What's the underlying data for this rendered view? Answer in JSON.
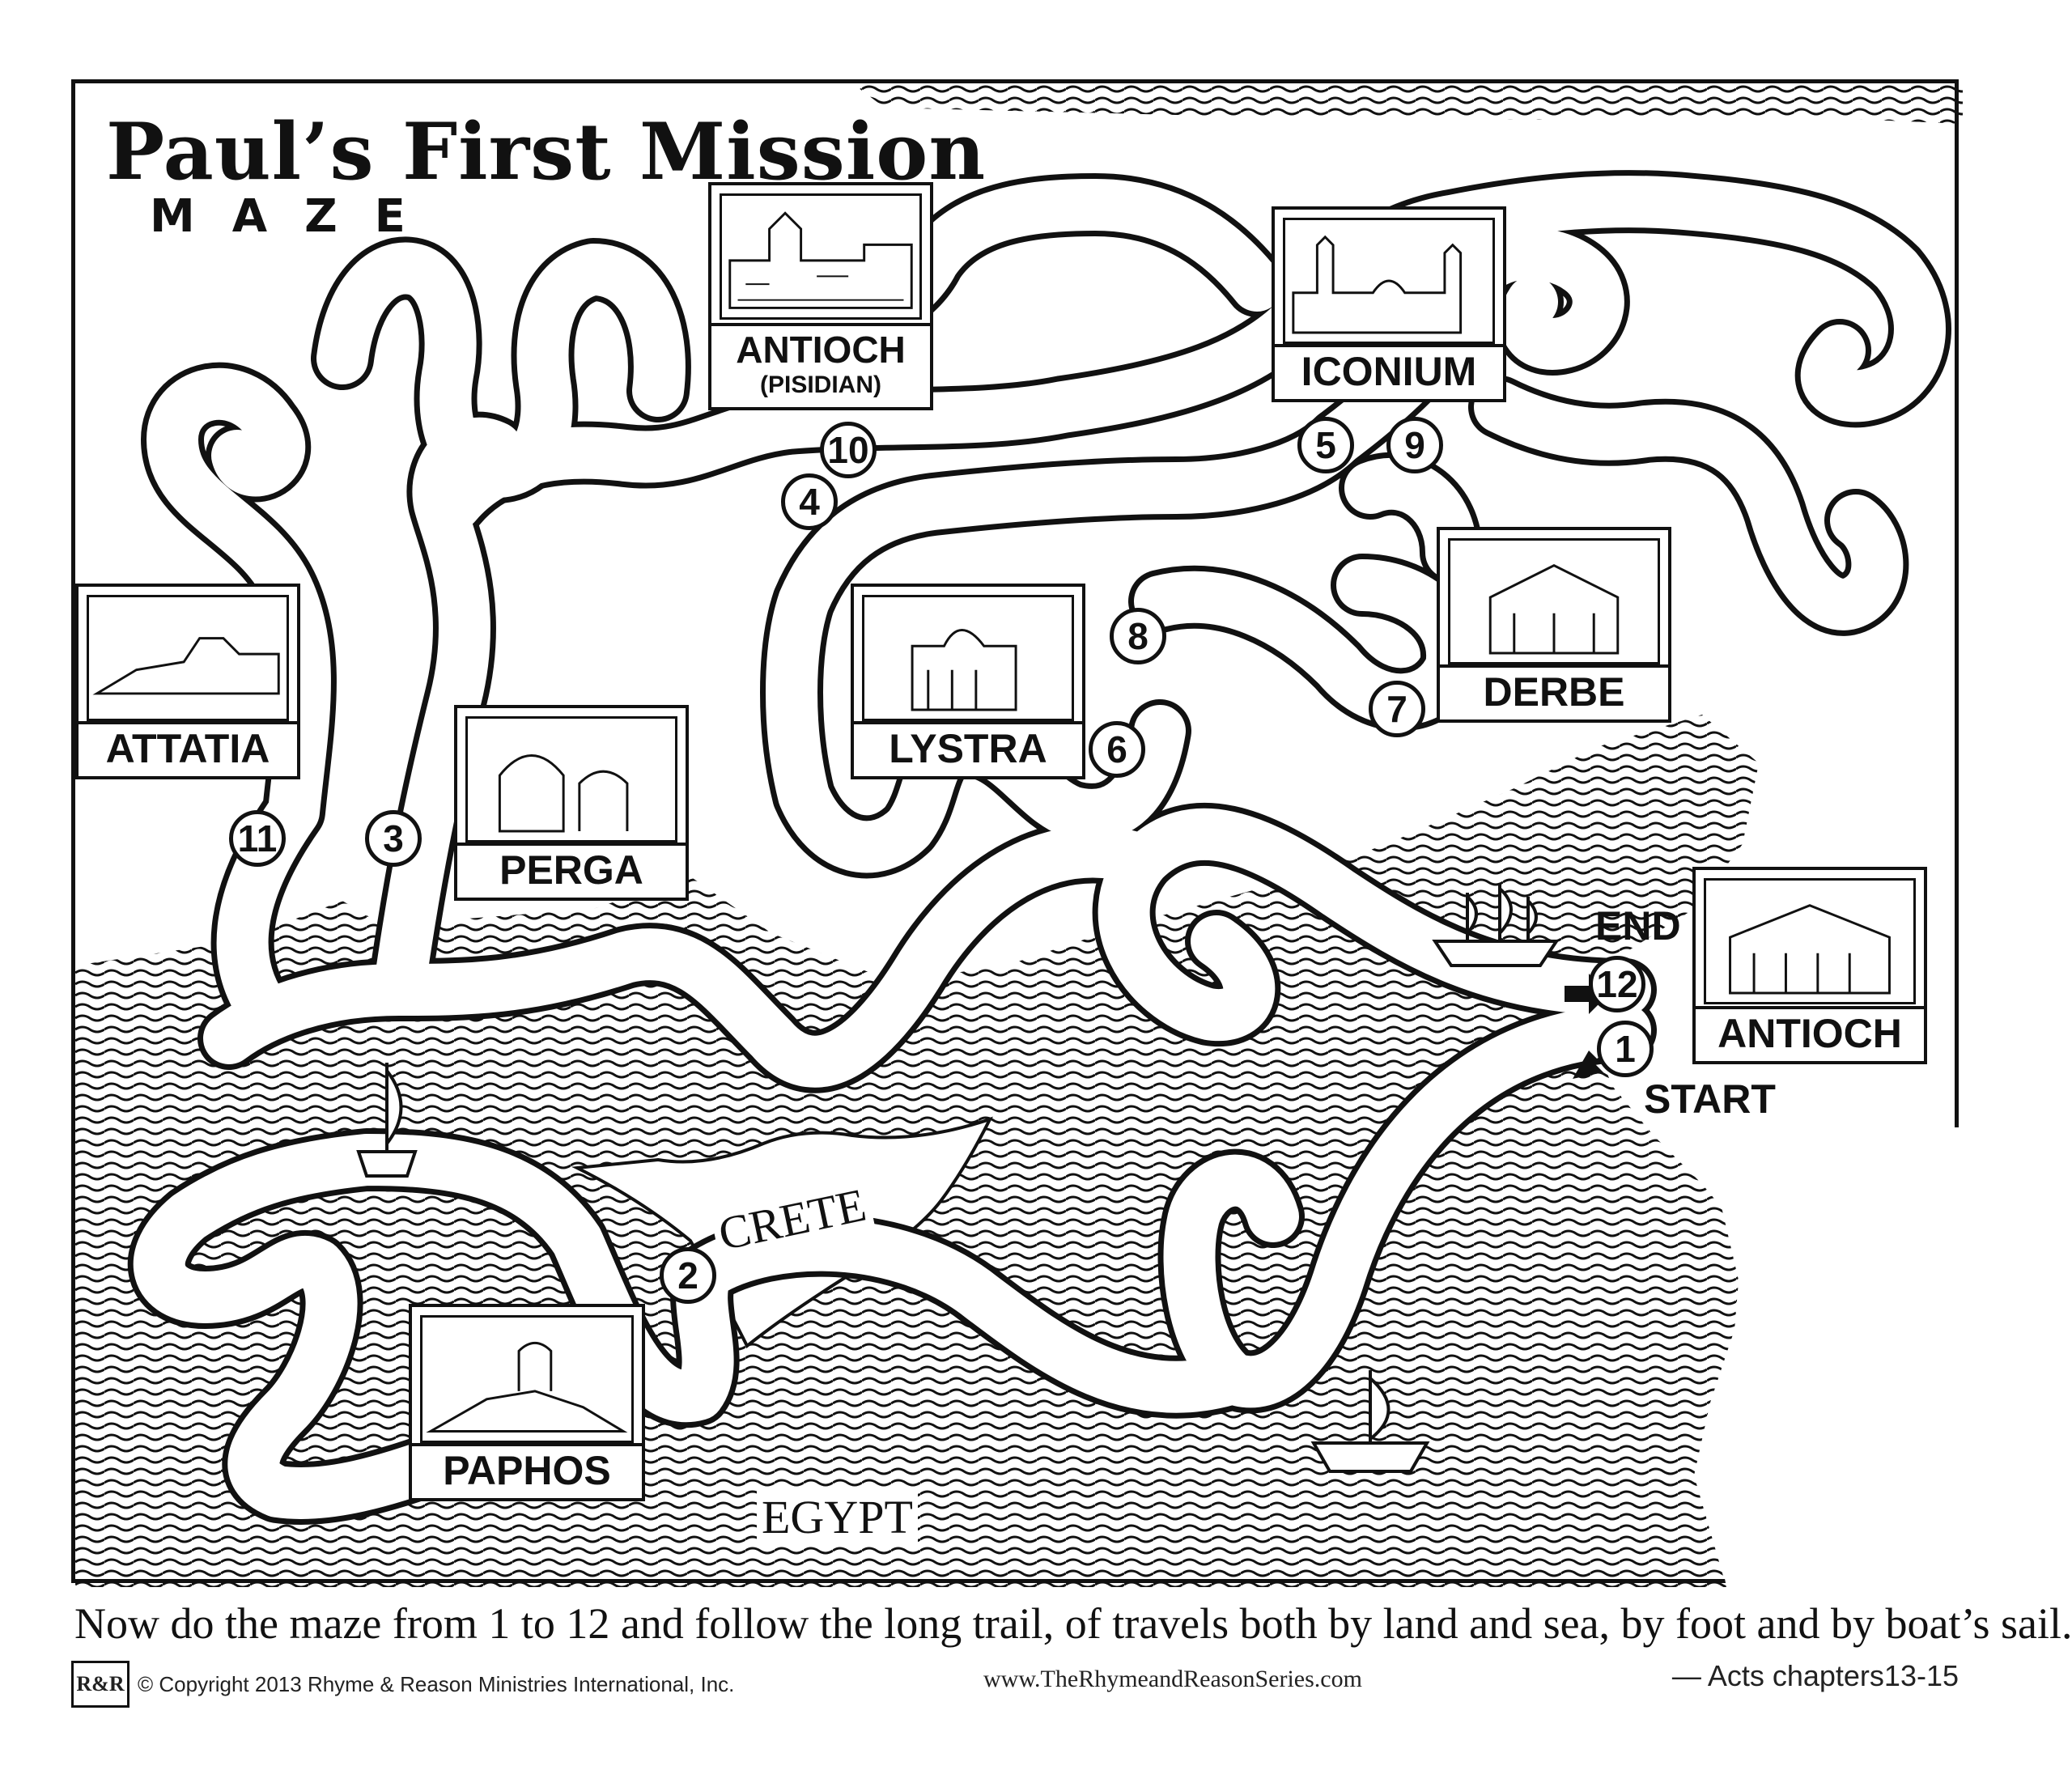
{
  "title": "Paul’s First Mission",
  "subtitle": "MAZE",
  "cities": {
    "antioch_pisidian": {
      "name": "ANTIOCH",
      "sub": "(PISIDIAN)"
    },
    "iconium": {
      "name": "ICONIUM"
    },
    "attatia": {
      "name": "ATTATIA"
    },
    "perga": {
      "name": "PERGA"
    },
    "lystra": {
      "name": "LYSTRA"
    },
    "derbe": {
      "name": "DERBE"
    },
    "antioch": {
      "name": "ANTIOCH"
    },
    "paphos": {
      "name": "PAPHOS"
    }
  },
  "stops": [
    "1",
    "2",
    "3",
    "4",
    "5",
    "6",
    "7",
    "8",
    "9",
    "10",
    "11",
    "12"
  ],
  "labels": {
    "end": "END",
    "start": "START",
    "crete": "CRETE",
    "egypt": "EGYPT"
  },
  "caption": "Now do the maze from 1 to 12 and follow the long trail, of travels both by land and sea, by foot and by boat’s sail.",
  "footer": {
    "copyright": "© Copyright 2013 Rhyme & Reason Ministries International, Inc.",
    "website": "www.TheRhymeandReasonSeries.com",
    "reference": "— Acts chapters13-15"
  },
  "icons": [
    "sailing-ship-icon",
    "arrow-right-icon",
    "arrow-left-icon",
    "logo-mark"
  ]
}
